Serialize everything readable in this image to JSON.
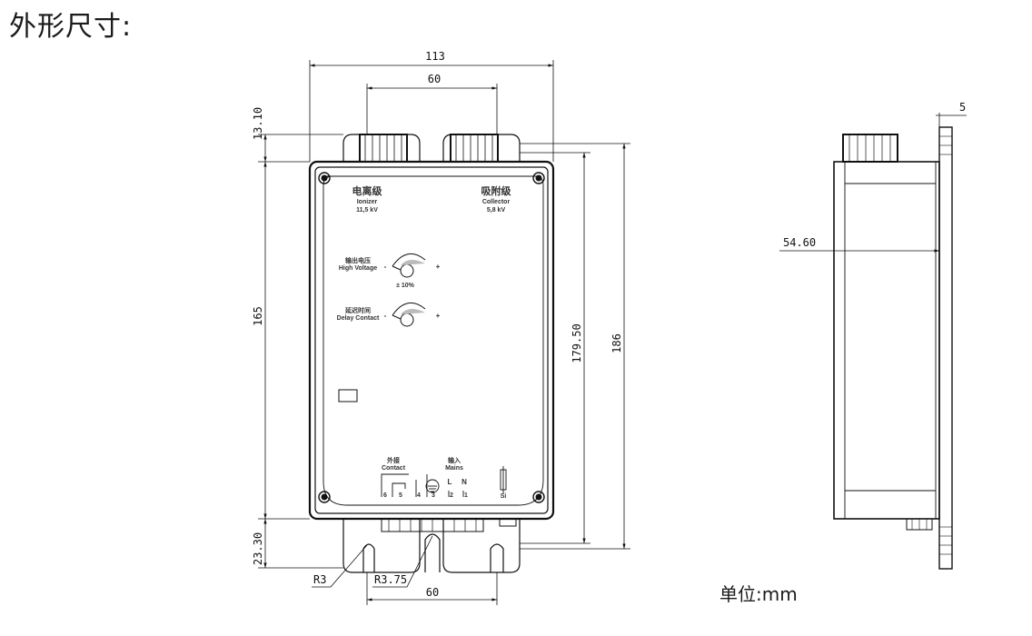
{
  "heading": "外形尺寸:",
  "units_note": "单位:mm",
  "front_view": {
    "ionizer_cn": "电离级",
    "ionizer_en": "Ionizer",
    "ionizer_kv": "11,5 kV",
    "collector_cn": "吸附级",
    "collector_en": "Collector",
    "collector_kv": "5,8 kV",
    "hv_cn": "输出电压",
    "hv_en": "High Voltage",
    "hv_tol": "± 10%",
    "delay_cn": "延迟时间",
    "delay_en": "Delay Contact",
    "minus": "-",
    "plus": "+",
    "contact_cn": "外接",
    "contact_en": "Contact",
    "mains_cn": "输入",
    "mains_en": "Mains",
    "term_L": "L",
    "term_N": "N",
    "term_6": "6",
    "term_5": "5",
    "term_4": "4",
    "term_3": "3",
    "term_2": "2",
    "term_1": "1",
    "fuse": "Si"
  },
  "dimensions": {
    "overall_width": "113",
    "top_spacing": "60",
    "bottom_spacing": "60",
    "top_offset": "13.10",
    "body_height": "165",
    "bottom_offset": "23.30",
    "inner_height": "179.50",
    "overall_height": "186",
    "radius_small": "R3",
    "radius_large": "R3.75",
    "side_depth": "54.60",
    "flange_thickness": "5"
  }
}
